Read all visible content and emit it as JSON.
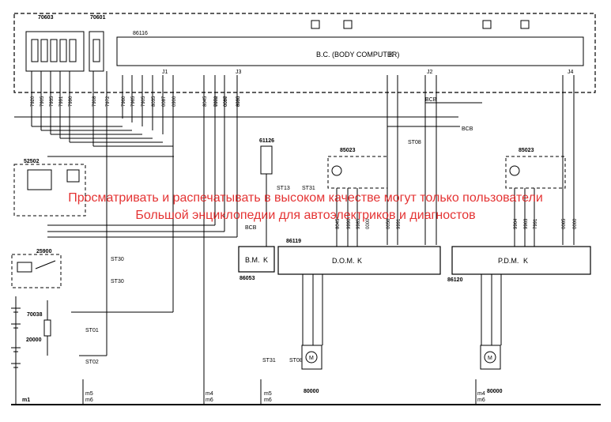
{
  "watermark": {
    "line1": "Просматривать и распечатывать в высоком качестве могут только пользователи",
    "line2": "Большой энциклопедии для автоэлектриков и диагностов"
  },
  "blocks": {
    "body_computer": "B.C. (BODY COMPUTER)",
    "bm": "B.M.",
    "dom": "D.O.M.",
    "pdm": "P.D.M.",
    "k_mark": "K"
  },
  "codes": {
    "c70603": "70603",
    "c70601": "70601",
    "c86116": "86116",
    "c61126": "61126",
    "c85023_left": "85023",
    "c85023_right": "85023",
    "c52502": "52502",
    "c25900": "25900",
    "c70038": "70038",
    "c20000": "20000",
    "c86053": "86053",
    "c86119": "86119",
    "c86120": "86120",
    "c80000_left": "80000",
    "c80000_right": "80000"
  },
  "connectors": {
    "j1": "J1",
    "j2": "J2",
    "j3": "J3",
    "j4": "J4"
  },
  "wires": [
    "7920",
    "7905",
    "7935",
    "7991",
    "7990",
    "7908",
    "7972",
    "7960",
    "7965",
    "7905",
    "8035",
    "0087",
    "0900",
    "8045",
    "0000",
    "0000",
    "8035",
    "7972",
    "0087",
    "0900",
    "8045",
    "9990",
    "9985",
    "0000",
    "0050",
    "9991",
    "9964",
    "9963",
    "7991",
    "0065",
    "0000"
  ],
  "grounds": {
    "m1": "m1",
    "m4": "m4",
    "m5": "m5",
    "m6": "m6"
  },
  "labels_misc": {
    "st30": "ST30",
    "st01": "ST01",
    "st02": "ST02",
    "st08": "ST08",
    "st13": "ST13",
    "st31": "ST31",
    "bcb": "BCB",
    "m": "M"
  }
}
